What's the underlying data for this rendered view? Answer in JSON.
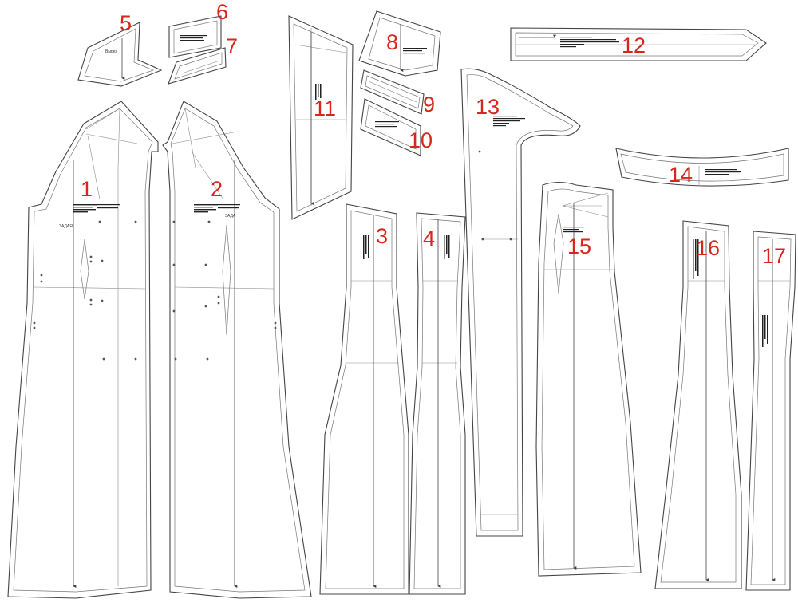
{
  "sheet": {
    "pieces": [
      {
        "id": "piece-1",
        "number": "1",
        "label": "ЗАДАЯ"
      },
      {
        "id": "piece-2",
        "number": "2",
        "label": "ЗАДА"
      },
      {
        "id": "piece-3",
        "number": "3"
      },
      {
        "id": "piece-4",
        "number": "4"
      },
      {
        "id": "piece-5",
        "number": "5",
        "label": "Вырез"
      },
      {
        "id": "piece-6",
        "number": "6"
      },
      {
        "id": "piece-7",
        "number": "7"
      },
      {
        "id": "piece-8",
        "number": "8"
      },
      {
        "id": "piece-9",
        "number": "9"
      },
      {
        "id": "piece-10",
        "number": "10"
      },
      {
        "id": "piece-11",
        "number": "11"
      },
      {
        "id": "piece-12",
        "number": "12"
      },
      {
        "id": "piece-13",
        "number": "13"
      },
      {
        "id": "piece-14",
        "number": "14"
      },
      {
        "id": "piece-15",
        "number": "15"
      },
      {
        "id": "piece-16",
        "number": "16"
      },
      {
        "id": "piece-17",
        "number": "17"
      }
    ],
    "colors": {
      "number": "#d9261c",
      "outline": "#444444",
      "background": "#ffffff"
    }
  }
}
